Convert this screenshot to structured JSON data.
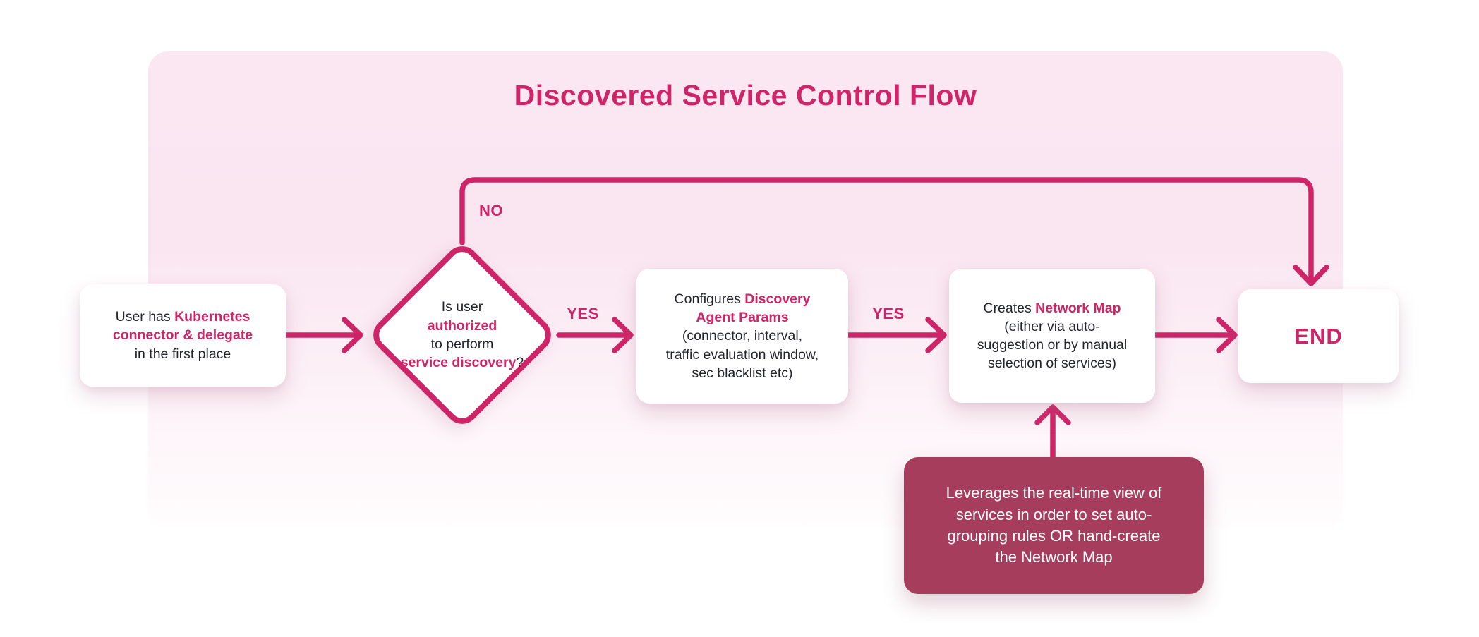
{
  "title": "Discovered Service Control Flow",
  "colors": {
    "accent": "#CE2568",
    "note_background": "#A63D5C",
    "canvas_top": "#FBE7F2",
    "text": "#23252B"
  },
  "labels": {
    "no": "NO",
    "yes_decision_to_configure": "YES",
    "yes_configure_to_create": "YES"
  },
  "nodes": {
    "start": {
      "segments": [
        {
          "t": "User has "
        },
        {
          "t": "Kubernetes",
          "hl": true
        },
        {
          "br": true
        },
        {
          "t": "connector & delegate",
          "hl": true
        },
        {
          "br": true
        },
        {
          "t": "in the first place"
        }
      ]
    },
    "decision": {
      "segments": [
        {
          "t": "Is user"
        },
        {
          "br": true
        },
        {
          "t": "authorized",
          "hl": true
        },
        {
          "br": true
        },
        {
          "t": "to perform"
        },
        {
          "br": true
        },
        {
          "t": "service discovery",
          "hl": true
        },
        {
          "t": "?"
        }
      ]
    },
    "configure": {
      "segments": [
        {
          "t": "Configures "
        },
        {
          "t": "Discovery",
          "hl": true
        },
        {
          "br": true
        },
        {
          "t": "Agent Params",
          "hl": true
        },
        {
          "br": true
        },
        {
          "t": "(connector, interval,"
        },
        {
          "br": true
        },
        {
          "t": "traffic evaluation window,"
        },
        {
          "br": true
        },
        {
          "t": "sec blacklist etc)"
        }
      ]
    },
    "create": {
      "segments": [
        {
          "t": "Creates "
        },
        {
          "t": "Network Map",
          "hl": true
        },
        {
          "br": true
        },
        {
          "t": "(either via auto-"
        },
        {
          "br": true
        },
        {
          "t": "suggestion or by manual"
        },
        {
          "br": true
        },
        {
          "t": "selection of services)"
        }
      ]
    },
    "end": {
      "label": "END"
    },
    "note": {
      "segments": [
        {
          "t": "Leverages the real-time view of"
        },
        {
          "br": true
        },
        {
          "t": "services in order to set auto-"
        },
        {
          "br": true
        },
        {
          "t": "grouping rules OR hand-create"
        },
        {
          "br": true
        },
        {
          "t": "the Network Map"
        }
      ]
    }
  }
}
